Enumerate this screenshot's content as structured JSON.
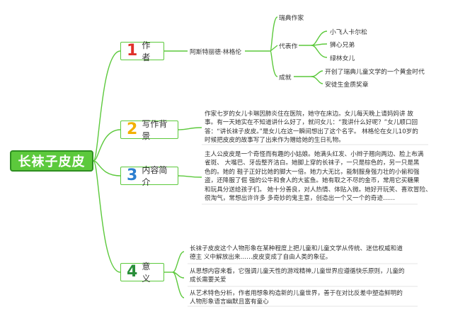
{
  "root": "长袜子皮皮",
  "branches": [
    {
      "num": "1",
      "label": "作者",
      "color": "#e0302a"
    },
    {
      "num": "2",
      "label": "写作背景",
      "color": "#f2b000"
    },
    {
      "num": "3",
      "label": "内容简介",
      "color": "#2d7fd0"
    },
    {
      "num": "4",
      "label": "意义",
      "color": "#2a8f3a"
    }
  ],
  "author": {
    "name": "阿斯特丽德·林格伦",
    "nationality": "瑞典作家",
    "works_label": "代表作",
    "works": [
      "小飞人卡尔松",
      "狮心兄弟",
      "绿林女儿"
    ],
    "achievements_label": "成就",
    "achievements": [
      "开创了瑞典儿童文学的一个黄金时代",
      "安徒生金质奖章"
    ]
  },
  "background_text": [
    "作家七岁的女儿卡琳因肺炎住在医院，她守在床边。女儿每天晚上请妈妈讲 故",
    "事。有一天她实在不知道讲什么好了，就问女儿：“我讲什么好呢？”女儿顺口回",
    "答：“讲长袜子皮皮。”是女儿在这一瞬间想出了这个名字。 林格伦在女儿10岁的",
    "时候把皮皮的故事写了出来作为赠给她的生日礼物。"
  ],
  "summary_text": [
    "主人公皮皮是一个奇怪而有趣的小姑娘。她满头红发、小辫子翘向两边、脸上布满",
    "雀斑、 大嘴巴、牙齿整齐洁白。她脚上穿的长袜子，一只是棕色的，另一只是黑",
    "色的。她的 鞋子正好比她的脚大一倍。她力大无比，能制服身强力壮的小偷和强",
    "盗，还降服了倔 强的公牛和食人的大鲨鱼。她有取之不尽的金币，常用它买糖果",
    "和玩具分送给孩子们。 她十分善良，对人热情、体贴入微。她好开玩笑、喜欢冒险、",
    "很淘气，常想出许许多 多奇妙的鬼主意，创造出一个又一个的奇迹……"
  ],
  "significance": [
    [
      "长袜子皮皮这个人物形象在某种程度上把儿童和儿童文学从传统、迷信权威和道",
      "德主 义中解放出来……皮皮变成了自由人类的象征。"
    ],
    [
      "从思想内容来看，它强调儿童天性的游戏精神,儿童世界应遵循快乐原则，儿童的",
      "成长需要关爱"
    ],
    [
      "从艺术特色分析，作者用想象构造新的儿童世界，善于在对比反差中塑造鲜明的",
      "人物形象语言幽默且富有童心"
    ]
  ],
  "line_color": "#5cc93c"
}
